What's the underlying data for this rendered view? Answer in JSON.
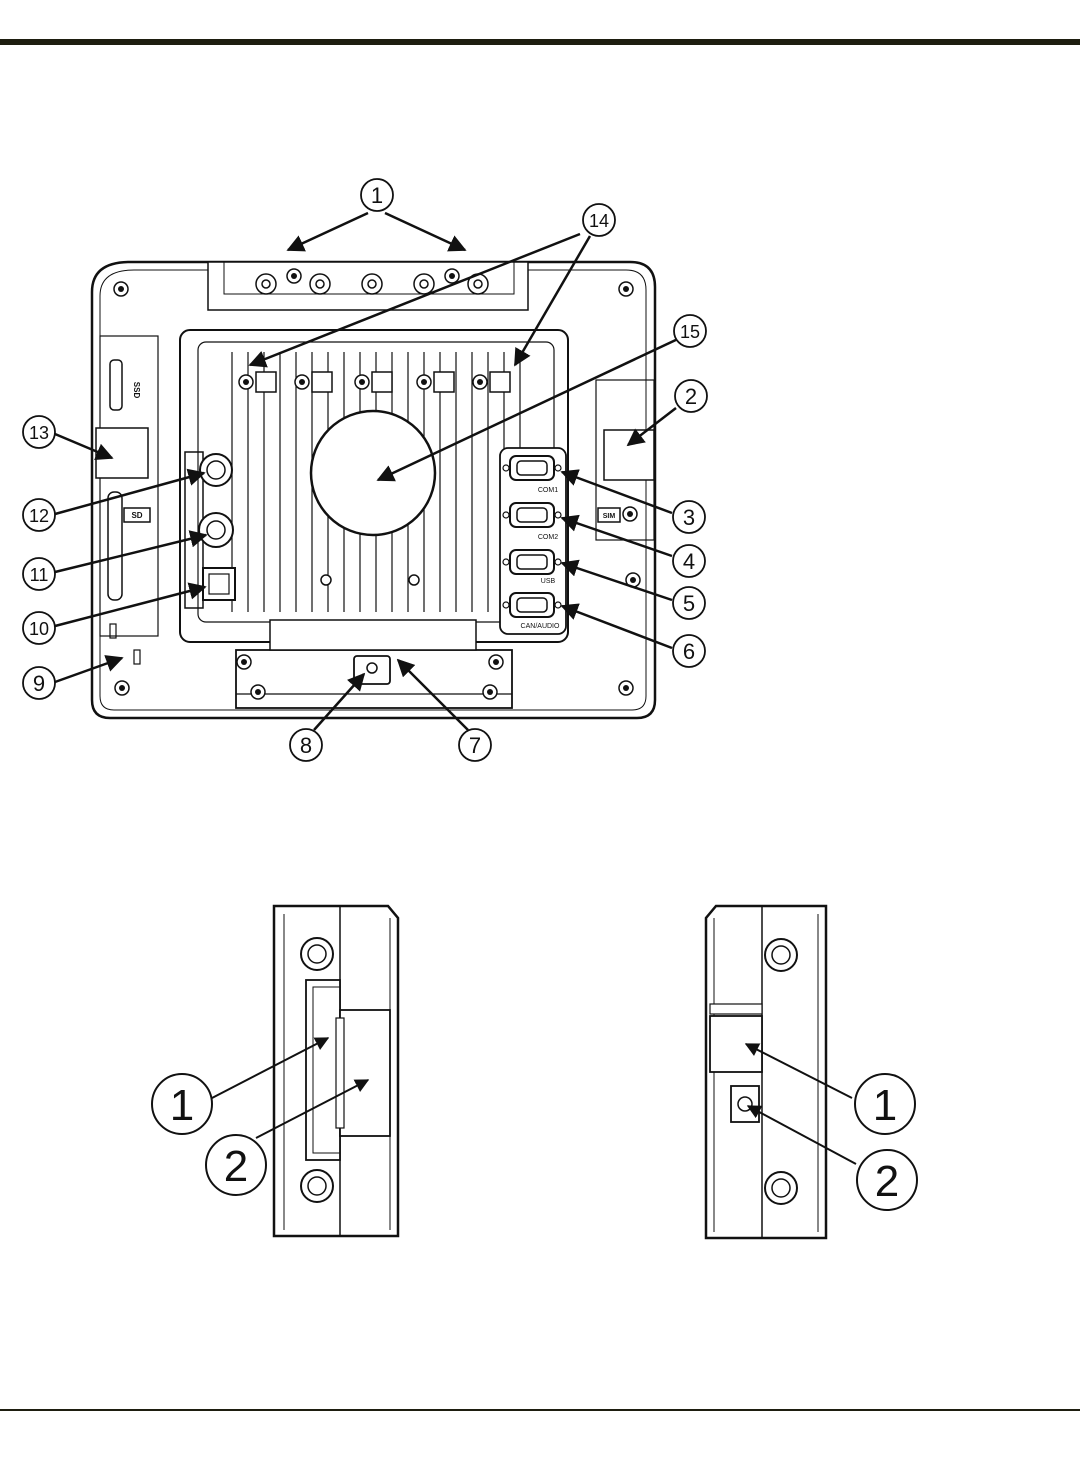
{
  "main_figure": {
    "callouts": [
      "1",
      "2",
      "3",
      "4",
      "5",
      "6",
      "7",
      "8",
      "9",
      "10",
      "11",
      "12",
      "13",
      "14",
      "15"
    ],
    "port_labels": {
      "com1": "COM1",
      "com2": "COM2",
      "usb": "USB",
      "can_audio": "CAN/AUDIO"
    },
    "slot_labels": {
      "ssd": "SSD",
      "sd": "SD",
      "sim": "SIM"
    }
  },
  "left_detail": {
    "callouts": [
      "1",
      "2"
    ]
  },
  "right_detail": {
    "callouts": [
      "1",
      "2"
    ]
  }
}
